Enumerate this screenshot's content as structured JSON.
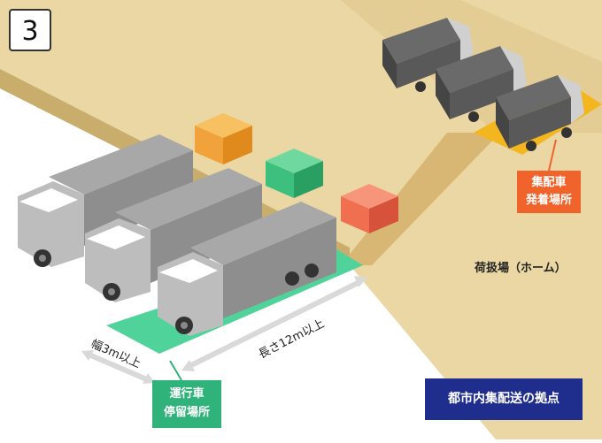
{
  "badge": "3",
  "labels": {
    "truck_berth": "集配車\n発着場所",
    "vehicle_parking": "運行車\n停留場所",
    "loading_dock": "荷扱場（ホーム）",
    "width_dim": "幅3m以上",
    "length_dim": "長さ12m以上",
    "title": "都市内集配送の拠点"
  },
  "colors": {
    "dock": "#e8d4a0",
    "road": "#d9bf80",
    "orange_cargo": "#f2a23a",
    "green_cargo": "#3dbf7d",
    "red_cargo": "#ef6f50",
    "green_zone": "#4fd39a",
    "yellow_zone": "#f3b61f",
    "title_bg": "#1f2e8c",
    "callout_orange": "#f0642c",
    "callout_green": "#2fb37a"
  }
}
